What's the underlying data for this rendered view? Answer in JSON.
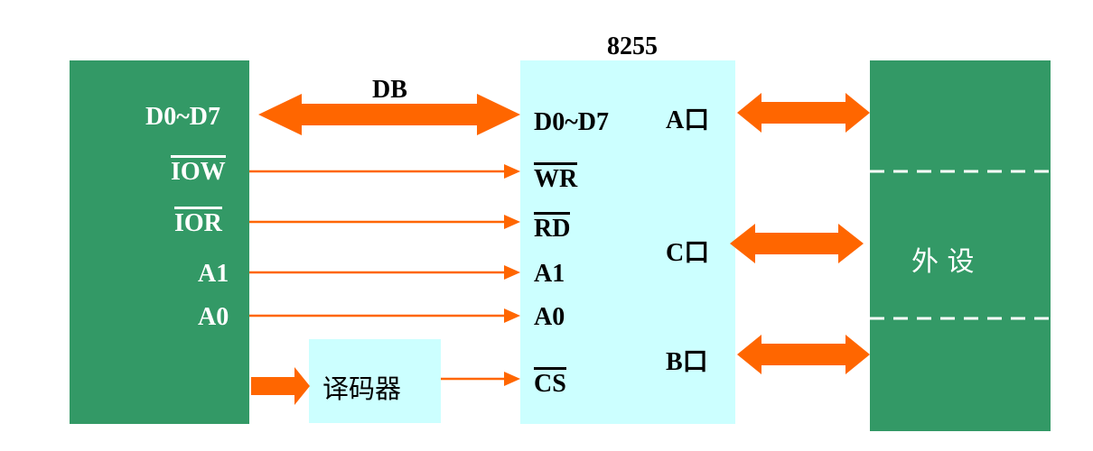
{
  "chip_title": "8255",
  "bus_label": "DB",
  "cpu_side": {
    "data_bus": "D0~D7",
    "iow": "IOW",
    "ior": "IOR",
    "a1": "A1",
    "a0": "A0"
  },
  "decoder": {
    "label": "译码器"
  },
  "chip_pins": {
    "data_bus": "D0~D7",
    "wr": "WR",
    "rd": "RD",
    "a1": "A1",
    "a0": "A0",
    "cs": "CS"
  },
  "ports": {
    "a": "A口",
    "c": "C口",
    "b": "B口"
  },
  "peripheral": {
    "label": "外 设"
  },
  "colors": {
    "green_block": "#339966",
    "cyan_block": "#ccffff",
    "arrow_orange": "#ff6600"
  }
}
